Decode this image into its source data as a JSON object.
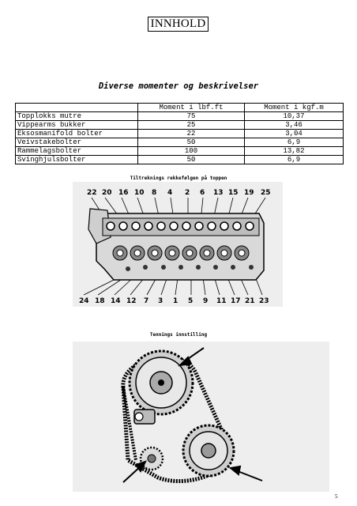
{
  "header": {
    "title": "INNHOLD"
  },
  "section_title": "Diverse momenter og beskrivelser",
  "table": {
    "headers": [
      "",
      "Moment i lbf.ft",
      "Moment i kgf.m"
    ],
    "rows": [
      [
        "Topplokks mutre",
        "75",
        "10,37"
      ],
      [
        "Vippearms bukker",
        "25",
        "3,46"
      ],
      [
        "Eksosmanifold bolter",
        "22",
        "3,04"
      ],
      [
        "Veivstakebolter",
        "50",
        "6,9"
      ],
      [
        "Rammelagsbolter",
        "100",
        "13,82"
      ],
      [
        "Svinghjulsbolter",
        "50",
        "6,9"
      ]
    ]
  },
  "figure1": {
    "caption": "Tiltreknings rekkefølgen  på toppen",
    "top_labels": [
      "22",
      "20",
      "16",
      "10",
      "8",
      "4",
      "2",
      "6",
      "13",
      "15",
      "19",
      "25"
    ],
    "bottom_labels": [
      "24",
      "18",
      "14",
      "12",
      "7",
      "3",
      "1",
      "5",
      "9",
      "11",
      "17",
      "21",
      "23"
    ]
  },
  "figure2": {
    "caption": "Tennings innstilling"
  },
  "page_number": "5"
}
